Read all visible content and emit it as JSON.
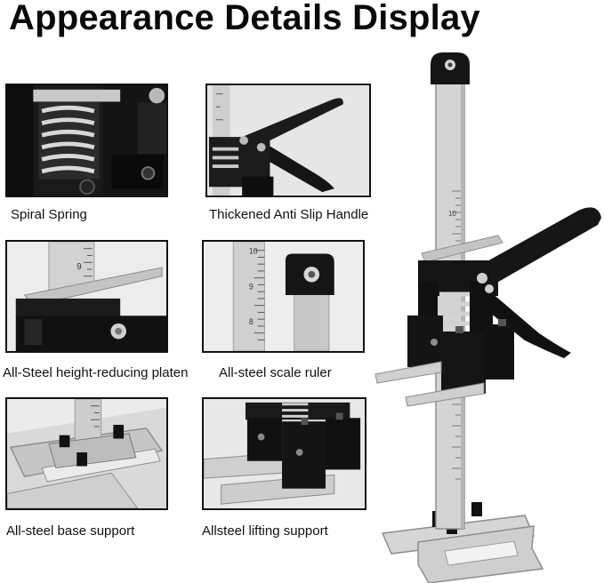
{
  "title": "Appearance Details Display",
  "captions": {
    "spiral_spring": "Spiral Spring",
    "anti_slip_handle": "Thickened Anti Slip Handle",
    "height_reducing_platen": "All-Steel height-reducing platen",
    "scale_ruler": "All-steel scale ruler",
    "base_support": "All-steel base support",
    "lifting_support": "Allsteel lifting support"
  },
  "ruler_marks": {
    "platen_tile": "9",
    "scale_tile_top": "10",
    "scale_tile_mid": "9",
    "scale_tile_low": "8",
    "hero_mark": "10"
  }
}
